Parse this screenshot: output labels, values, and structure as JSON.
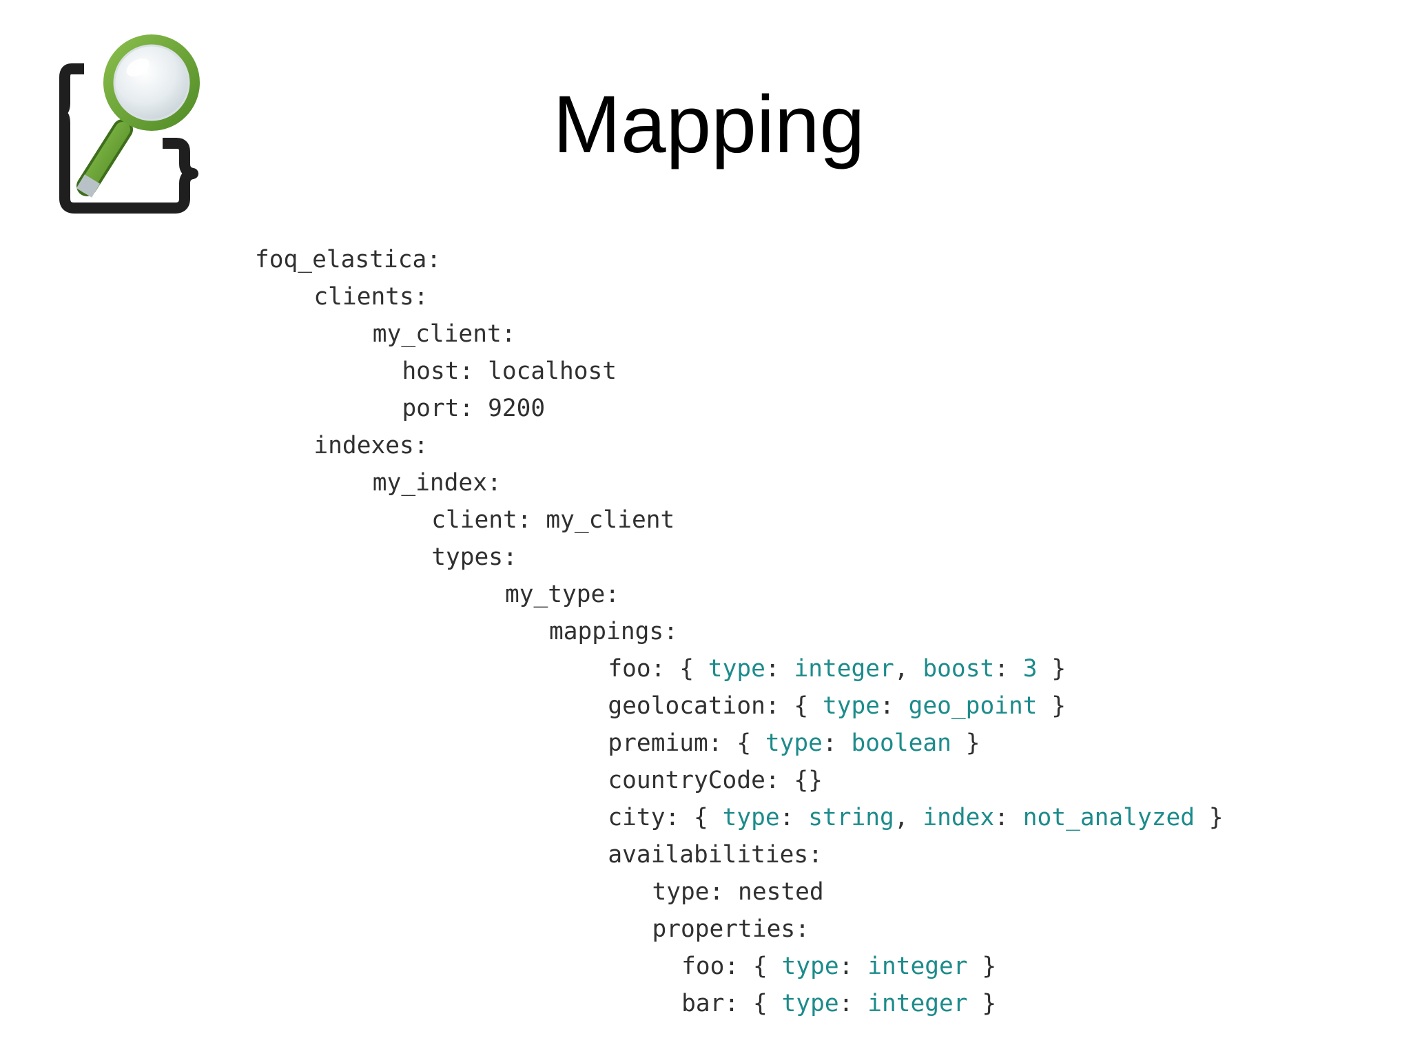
{
  "slide": {
    "title": "Mapping",
    "logo_icon": "braces-magnifier-icon",
    "colors": {
      "text": "#303030",
      "highlight": "#1d8b8b",
      "logo_green": "#6fa83a",
      "logo_dark": "#1f1f1f"
    }
  },
  "code_lines": [
    {
      "indent": 0,
      "text": "foq_elastica:"
    },
    {
      "indent": 4,
      "text": "clients:"
    },
    {
      "indent": 8,
      "text": "my_client:"
    },
    {
      "indent": 10,
      "text": "host: localhost"
    },
    {
      "indent": 10,
      "text": "port: 9200"
    },
    {
      "indent": 4,
      "text": "indexes:"
    },
    {
      "indent": 8,
      "text": "my_index:"
    },
    {
      "indent": 12,
      "text": "client: my_client"
    },
    {
      "indent": 12,
      "text": "types:"
    },
    {
      "indent": 17,
      "text": "my_type:"
    },
    {
      "indent": 20,
      "text": "mappings:"
    },
    {
      "indent": 24,
      "segments": [
        {
          "t": "foo: { ",
          "c": "k"
        },
        {
          "t": "type",
          "c": "v"
        },
        {
          "t": ": ",
          "c": "p"
        },
        {
          "t": "integer",
          "c": "v"
        },
        {
          "t": ", ",
          "c": "p"
        },
        {
          "t": "boost",
          "c": "v"
        },
        {
          "t": ": ",
          "c": "p"
        },
        {
          "t": "3",
          "c": "v"
        },
        {
          "t": " }",
          "c": "p"
        }
      ]
    },
    {
      "indent": 24,
      "segments": [
        {
          "t": "geolocation: { ",
          "c": "k"
        },
        {
          "t": "type",
          "c": "v"
        },
        {
          "t": ": ",
          "c": "p"
        },
        {
          "t": "geo_point",
          "c": "v"
        },
        {
          "t": " }",
          "c": "p"
        }
      ]
    },
    {
      "indent": 24,
      "segments": [
        {
          "t": "premium: { ",
          "c": "k"
        },
        {
          "t": "type",
          "c": "v"
        },
        {
          "t": ": ",
          "c": "p"
        },
        {
          "t": "boolean",
          "c": "v"
        },
        {
          "t": " }",
          "c": "p"
        }
      ]
    },
    {
      "indent": 24,
      "text": "countryCode: {}"
    },
    {
      "indent": 24,
      "segments": [
        {
          "t": "city: { ",
          "c": "k"
        },
        {
          "t": "type",
          "c": "v"
        },
        {
          "t": ": ",
          "c": "p"
        },
        {
          "t": "string",
          "c": "v"
        },
        {
          "t": ", ",
          "c": "p"
        },
        {
          "t": "index",
          "c": "v"
        },
        {
          "t": ": ",
          "c": "p"
        },
        {
          "t": "not_analyzed",
          "c": "v"
        },
        {
          "t": " }",
          "c": "p"
        }
      ]
    },
    {
      "indent": 24,
      "text": "availabilities:"
    },
    {
      "indent": 27,
      "text": "type: nested"
    },
    {
      "indent": 27,
      "text": "properties:"
    },
    {
      "indent": 29,
      "segments": [
        {
          "t": "foo: { ",
          "c": "k"
        },
        {
          "t": "type",
          "c": "v"
        },
        {
          "t": ": ",
          "c": "p"
        },
        {
          "t": "integer",
          "c": "v"
        },
        {
          "t": " }",
          "c": "p"
        }
      ]
    },
    {
      "indent": 29,
      "segments": [
        {
          "t": "bar: { ",
          "c": "k"
        },
        {
          "t": "type",
          "c": "v"
        },
        {
          "t": ": ",
          "c": "p"
        },
        {
          "t": "integer",
          "c": "v"
        },
        {
          "t": " }",
          "c": "p"
        }
      ]
    }
  ]
}
